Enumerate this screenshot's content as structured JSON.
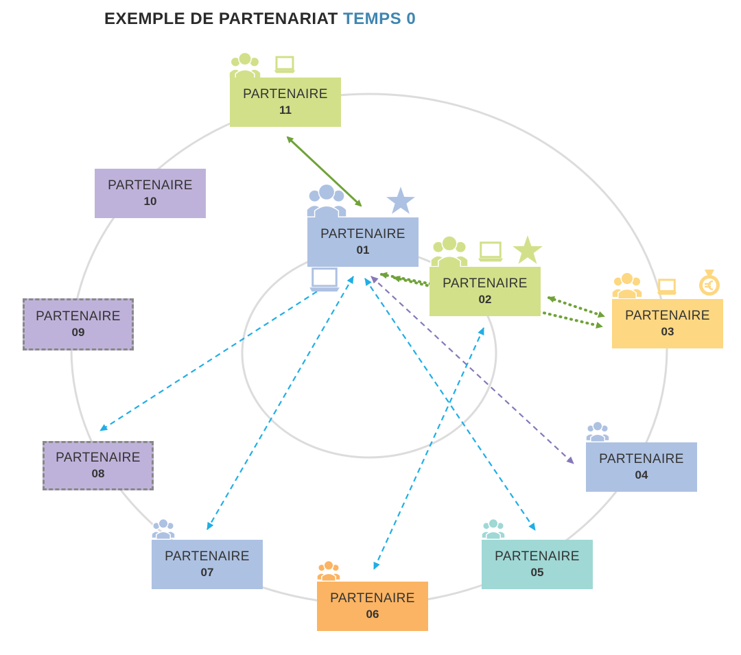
{
  "title": {
    "main": "EXEMPLE DE PARTENARIAT",
    "accent": "TEMPS 0"
  },
  "colors": {
    "blue": "#adc1e2",
    "green": "#d2e08a",
    "yellow": "#fdd781",
    "purple": "#bfb2da",
    "teal": "#9fd8d5",
    "orange": "#fbb463",
    "circle": "#dcdcdc",
    "arrow_green": "#6fa238",
    "arrow_cyan": "#1faee6",
    "arrow_purple": "#8678b8"
  },
  "partners": [
    {
      "id": "01",
      "label": "PARTENAIRE",
      "number": "01",
      "color": "blue",
      "dashed": false
    },
    {
      "id": "02",
      "label": "PARTENAIRE",
      "number": "02",
      "color": "green",
      "dashed": false
    },
    {
      "id": "03",
      "label": "PARTENAIRE",
      "number": "03",
      "color": "yellow",
      "dashed": false
    },
    {
      "id": "04",
      "label": "PARTENAIRE",
      "number": "04",
      "color": "blue",
      "dashed": false
    },
    {
      "id": "05",
      "label": "PARTENAIRE",
      "number": "05",
      "color": "teal",
      "dashed": false
    },
    {
      "id": "06",
      "label": "PARTENAIRE",
      "number": "06",
      "color": "orange",
      "dashed": false
    },
    {
      "id": "07",
      "label": "PARTENAIRE",
      "number": "07",
      "color": "blue",
      "dashed": false
    },
    {
      "id": "08",
      "label": "PARTENAIRE",
      "number": "08",
      "color": "purple",
      "dashed": true
    },
    {
      "id": "09",
      "label": "PARTENAIRE",
      "number": "09",
      "color": "purple",
      "dashed": true
    },
    {
      "id": "10",
      "label": "PARTENAIRE",
      "number": "10",
      "color": "purple",
      "dashed": false
    },
    {
      "id": "11",
      "label": "PARTENAIRE",
      "number": "11",
      "color": "green",
      "dashed": false
    }
  ],
  "icons": [
    {
      "partner": "11",
      "names": [
        "people-icon",
        "laptop-icon"
      ],
      "color": "green"
    },
    {
      "partner": "01",
      "names": [
        "people-icon",
        "star-icon",
        "laptop-icon"
      ],
      "color": "blue"
    },
    {
      "partner": "02",
      "names": [
        "people-icon",
        "laptop-icon",
        "star-icon"
      ],
      "color": "green"
    },
    {
      "partner": "03",
      "names": [
        "people-icon",
        "laptop-icon",
        "euro-bag-icon"
      ],
      "color": "yellow"
    },
    {
      "partner": "04",
      "names": [
        "people-icon"
      ],
      "color": "blue"
    },
    {
      "partner": "05",
      "names": [
        "people-icon"
      ],
      "color": "teal"
    },
    {
      "partner": "06",
      "names": [
        "people-icon"
      ],
      "color": "orange"
    },
    {
      "partner": "07",
      "names": [
        "people-icon"
      ],
      "color": "blue"
    }
  ],
  "links": [
    {
      "from": "01",
      "to": "11",
      "style": "solid",
      "color": "arrow_green",
      "direction": "both"
    },
    {
      "from": "01",
      "to": "02",
      "style": "dotted",
      "color": "arrow_green",
      "direction": "both"
    },
    {
      "from": "01",
      "to": "03",
      "style": "dotted",
      "color": "arrow_green",
      "direction": "both"
    },
    {
      "from": "02",
      "to": "03",
      "style": "dotted",
      "color": "arrow_green",
      "direction": "both"
    },
    {
      "from": "01",
      "to": "04",
      "style": "dashed",
      "color": "arrow_purple",
      "direction": "both"
    },
    {
      "from": "01",
      "to": "05",
      "style": "dashed",
      "color": "arrow_cyan",
      "direction": "both"
    },
    {
      "from": "01",
      "to": "07",
      "style": "dashed",
      "color": "arrow_cyan",
      "direction": "both"
    },
    {
      "from": "01",
      "to": "08",
      "style": "dashed",
      "color": "arrow_cyan",
      "direction": "forward"
    },
    {
      "from": "02",
      "to": "06",
      "style": "dashed",
      "color": "arrow_cyan",
      "direction": "both"
    }
  ]
}
